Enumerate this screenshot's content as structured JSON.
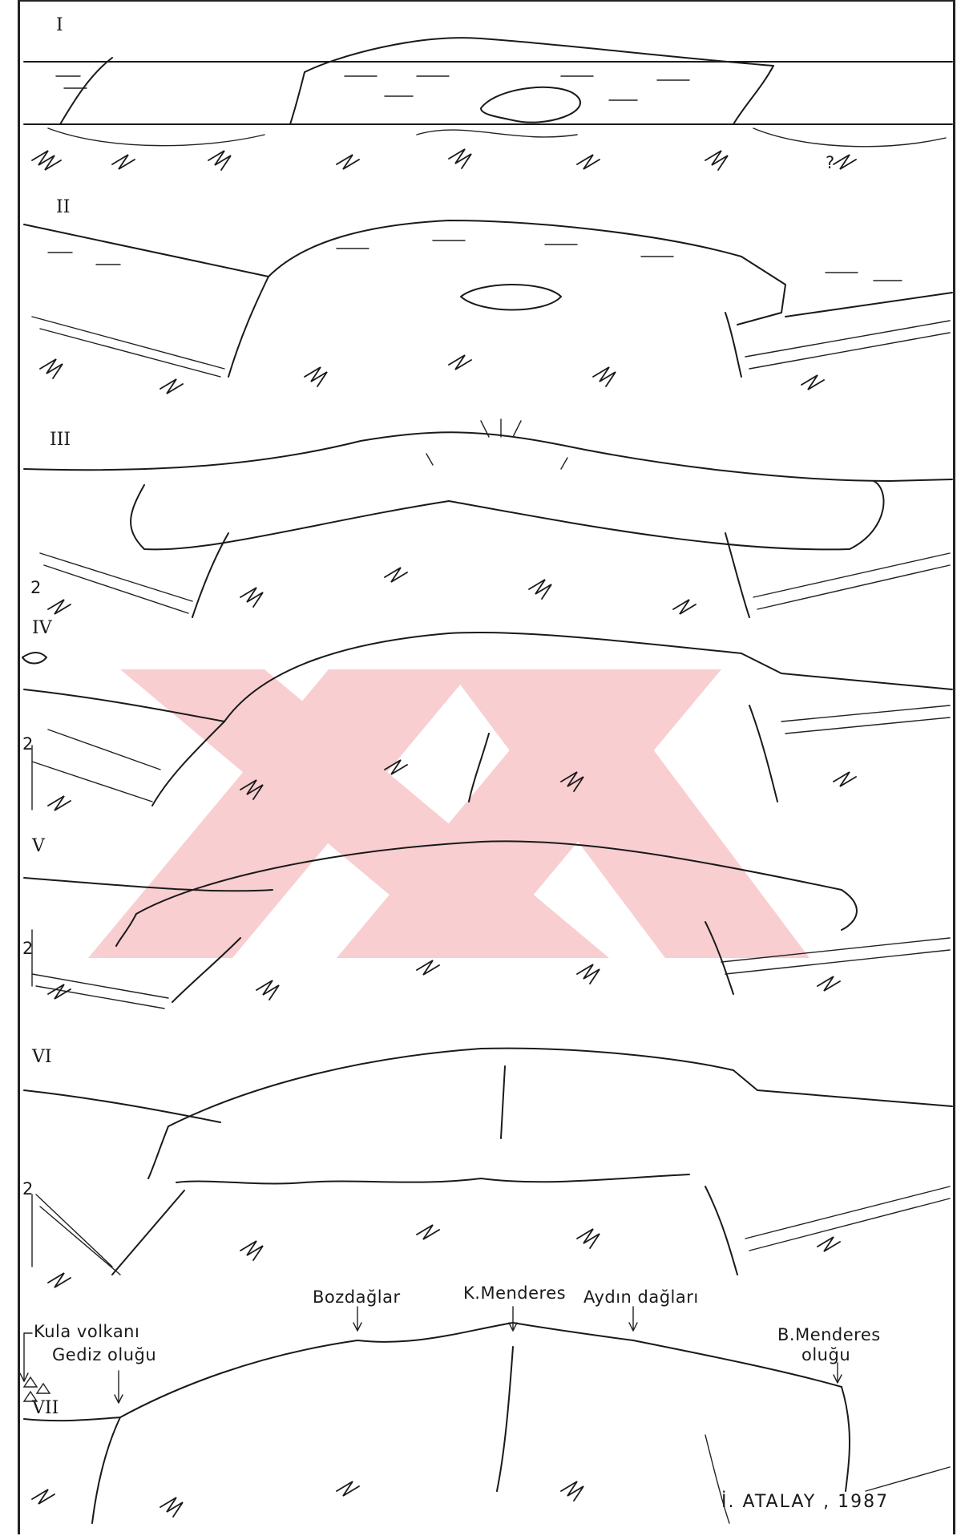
{
  "panels": [
    {
      "id": "I",
      "label": "I"
    },
    {
      "id": "II",
      "label": "II"
    },
    {
      "id": "III",
      "label": "III"
    },
    {
      "id": "IV",
      "label": "IV"
    },
    {
      "id": "V",
      "label": "V"
    },
    {
      "id": "VI",
      "label": "VI"
    },
    {
      "id": "VII",
      "label": "VII"
    }
  ],
  "annotations": {
    "kula": "Kula volkanı",
    "gediz": "Gediz oluğu",
    "bozdaglar": "Bozdağlar",
    "kmenderes": "K.Menderes",
    "aydin": "Aydın dağları",
    "bmenderes_1": "B.Menderes",
    "bmenderes_2": "oluğu"
  },
  "side_marks": {
    "small_2": "2",
    "question": "?"
  },
  "signature": "İ. ATALAY , 1987",
  "watermark_color": "#f3a7ad"
}
